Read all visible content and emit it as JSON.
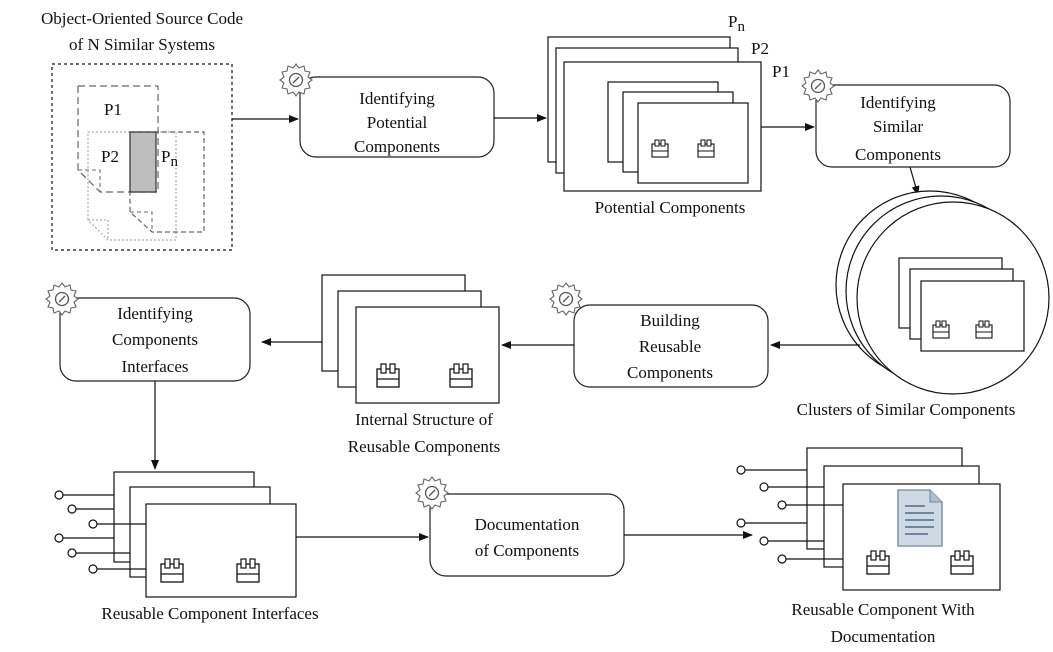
{
  "source": {
    "title_line1": "Object-Oriented Source Code",
    "title_line2": "of N Similar  Systems",
    "p1": "P1",
    "p2": "P2",
    "pn": "P",
    "pn_sub": "n"
  },
  "step_identify_potential": {
    "line1": "Identifying",
    "line2": "Potential",
    "line3": "Components"
  },
  "potential_components": {
    "label": "Potential  Components",
    "pn": "P",
    "pn_sub": "n",
    "p2": "P2",
    "p1": "P1"
  },
  "step_identify_similar": {
    "line1": "Identifying",
    "line2": "Similar",
    "line3": "Components"
  },
  "clusters": {
    "label": "Clusters  of  Similar  Components"
  },
  "step_building": {
    "line1": "Building",
    "line2": "Reusable",
    "line3": "Components"
  },
  "internal_structure": {
    "line1": "Internal  Structure  of",
    "line2": "Reusable  Components"
  },
  "step_identify_interfaces": {
    "line1": "Identifying",
    "line2": "Components",
    "line3": "Interfaces"
  },
  "interfaces": {
    "label": "Reusable  Component  Interfaces"
  },
  "step_documentation": {
    "line1": "Documentation",
    "line2": "of Components"
  },
  "documented": {
    "line1": "Reusable  Component  With",
    "line2": "Documentation"
  }
}
